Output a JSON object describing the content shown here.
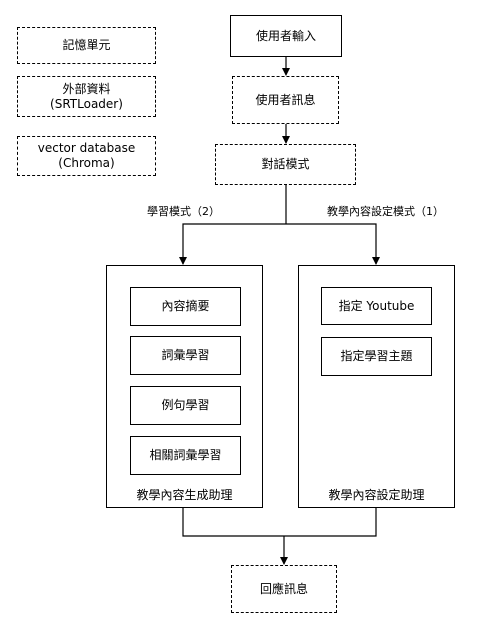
{
  "legend": {
    "memory": "記憶單元",
    "external_line1": "外部資料",
    "external_line2": "(SRTLoader)",
    "vector_line1": "vector database",
    "vector_line2": "(Chroma)"
  },
  "flow": {
    "user_input": "使用者輸入",
    "user_message": "使用者訊息",
    "dialog_mode": "對話模式",
    "branch_left": "學習模式（2）",
    "branch_right": "教學內容設定模式（1）",
    "response": "回應訊息"
  },
  "learning_assistant": {
    "title": "教學內容生成助理",
    "items": [
      "內容摘要",
      "詞彙學習",
      "例句學習",
      "相關詞彙學習"
    ]
  },
  "setting_assistant": {
    "title": "教學內容設定助理",
    "items": [
      "指定 Youtube",
      "指定學習主題"
    ]
  }
}
